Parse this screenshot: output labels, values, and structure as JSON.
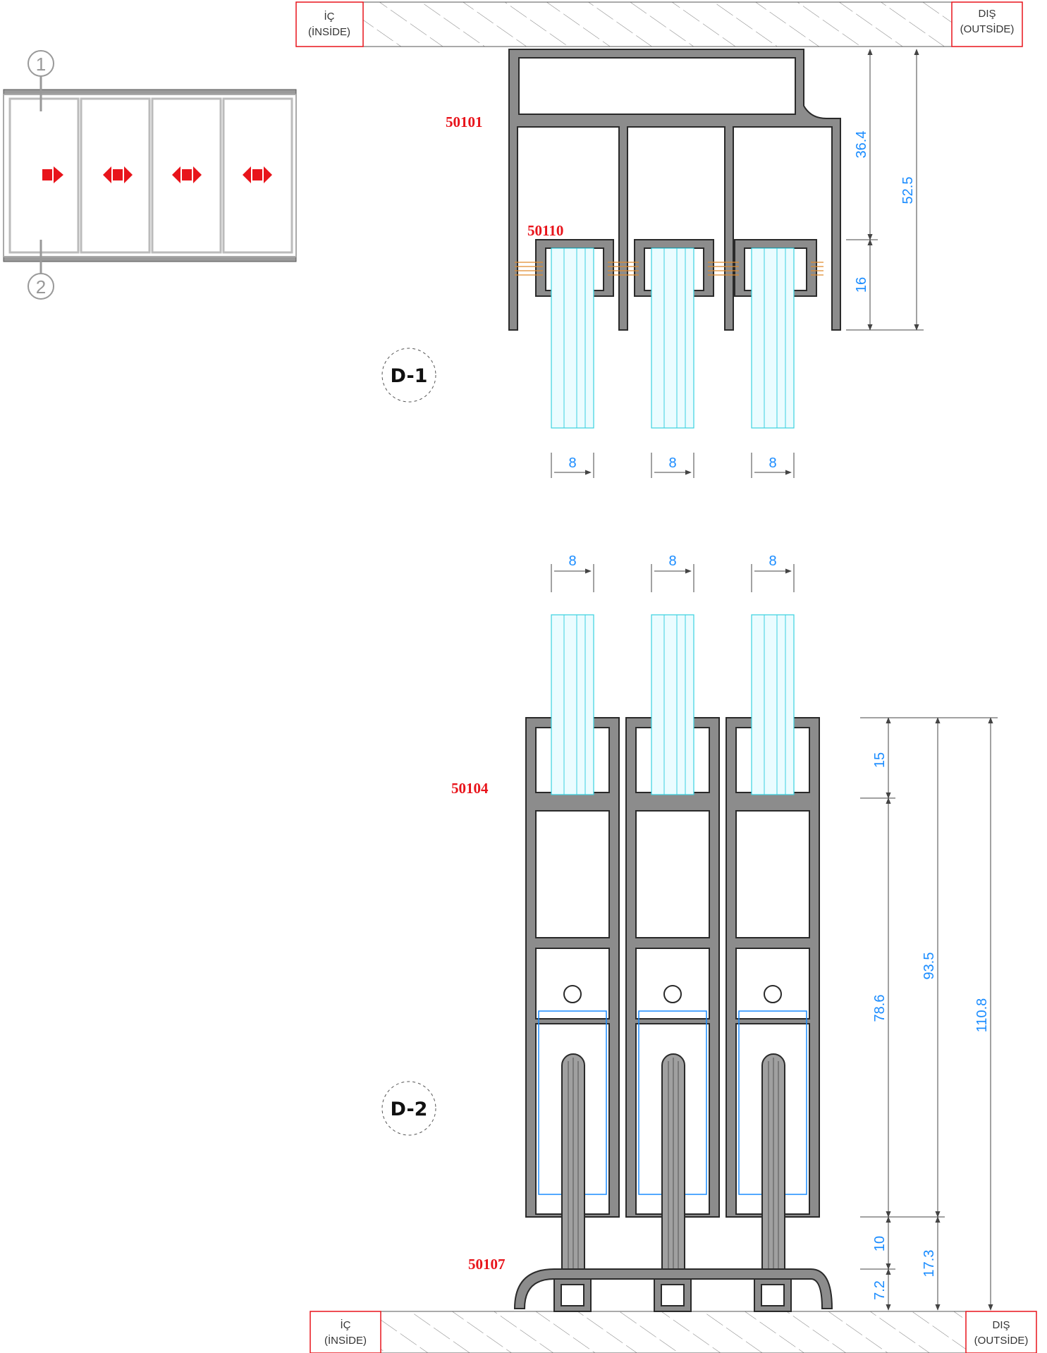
{
  "wall_labels": {
    "top_inside": [
      "İÇ",
      "(İNSİDE)"
    ],
    "top_outside": [
      "DIŞ",
      "(OUTSİDE)"
    ],
    "bottom_inside": [
      "İÇ",
      "(İNSİDE)"
    ],
    "bottom_outside": [
      "DIŞ",
      "(OUTSİDE)"
    ]
  },
  "elevation": {
    "section_markers": [
      "1",
      "2"
    ],
    "panels": 4,
    "arrow_color": "#e8141b"
  },
  "detail_1": {
    "label": "D-1",
    "profile_codes": [
      "50101",
      "50110"
    ],
    "dimensions": {
      "top_height": "36.4",
      "total_height": "52.5",
      "sash_height": "16"
    },
    "glass_widths": [
      "8",
      "8",
      "8"
    ]
  },
  "detail_2": {
    "label": "D-2",
    "profile_codes": [
      "50104",
      "50107"
    ],
    "glass_widths": [
      "8",
      "8",
      "8"
    ],
    "dimensions": {
      "top": "15",
      "mid": "78.6",
      "bottom": "10",
      "base": "7.2",
      "sash_total": "93.5",
      "lower": "17.3",
      "total": "110.8"
    }
  },
  "colors": {
    "profile": "#8c8c8c",
    "glass": "#39d1e0",
    "dimension": "#1a8cff",
    "code": "#e8141b",
    "brush": "#e08a2c"
  }
}
